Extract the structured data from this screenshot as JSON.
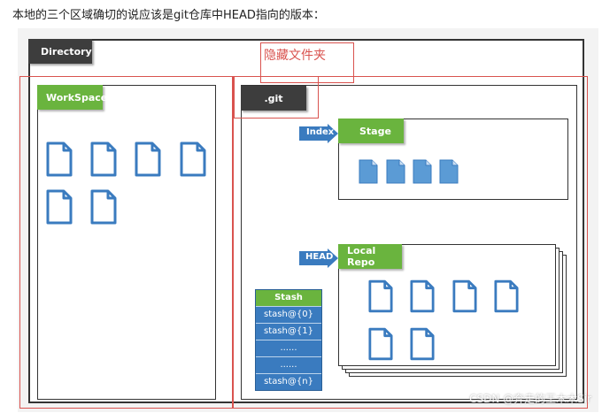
{
  "caption": "本地的三个区域确切的说应该是git仓库中HEAD指向的版本：",
  "labels": {
    "directory": "Directory",
    "workspace": "WorkSpace",
    "git": ".git",
    "hidden_folder": "隐藏文件夹",
    "index": "Index",
    "stage": "Stage",
    "head": "HEAD",
    "local_repo": "Local Repo",
    "stash": "Stash"
  },
  "stash_items": [
    "stash@{0}",
    "stash@{1}",
    "......",
    "......",
    "stash@{n}"
  ],
  "watermark": "CSDN @奔走的王木木Sir",
  "colors": {
    "file_blue": "#3a7bbf",
    "green_tag": "#6ab43e",
    "dark_tag": "#3d3d3d",
    "highlight_red": "#d9534f"
  }
}
